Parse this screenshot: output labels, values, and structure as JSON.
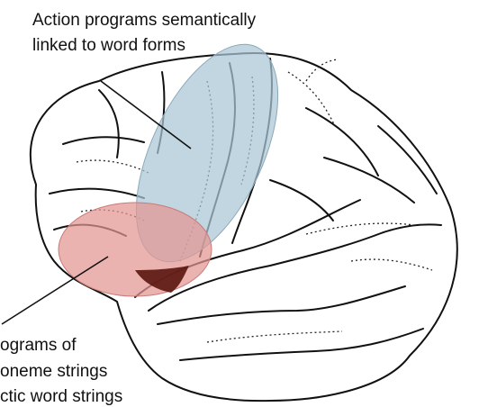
{
  "labels": {
    "top_line1": "Action programs semantically",
    "top_line2": "linked to word forms",
    "bottom_line1": "ograms of",
    "bottom_line2": "oneme strings",
    "bottom_line3": "ctic word strings"
  },
  "colors": {
    "background": "#ffffff",
    "outline": "#111111",
    "blue_region": "#a9c6d6",
    "red_region": "#e39591",
    "overlap_dark": "#5a1510"
  }
}
